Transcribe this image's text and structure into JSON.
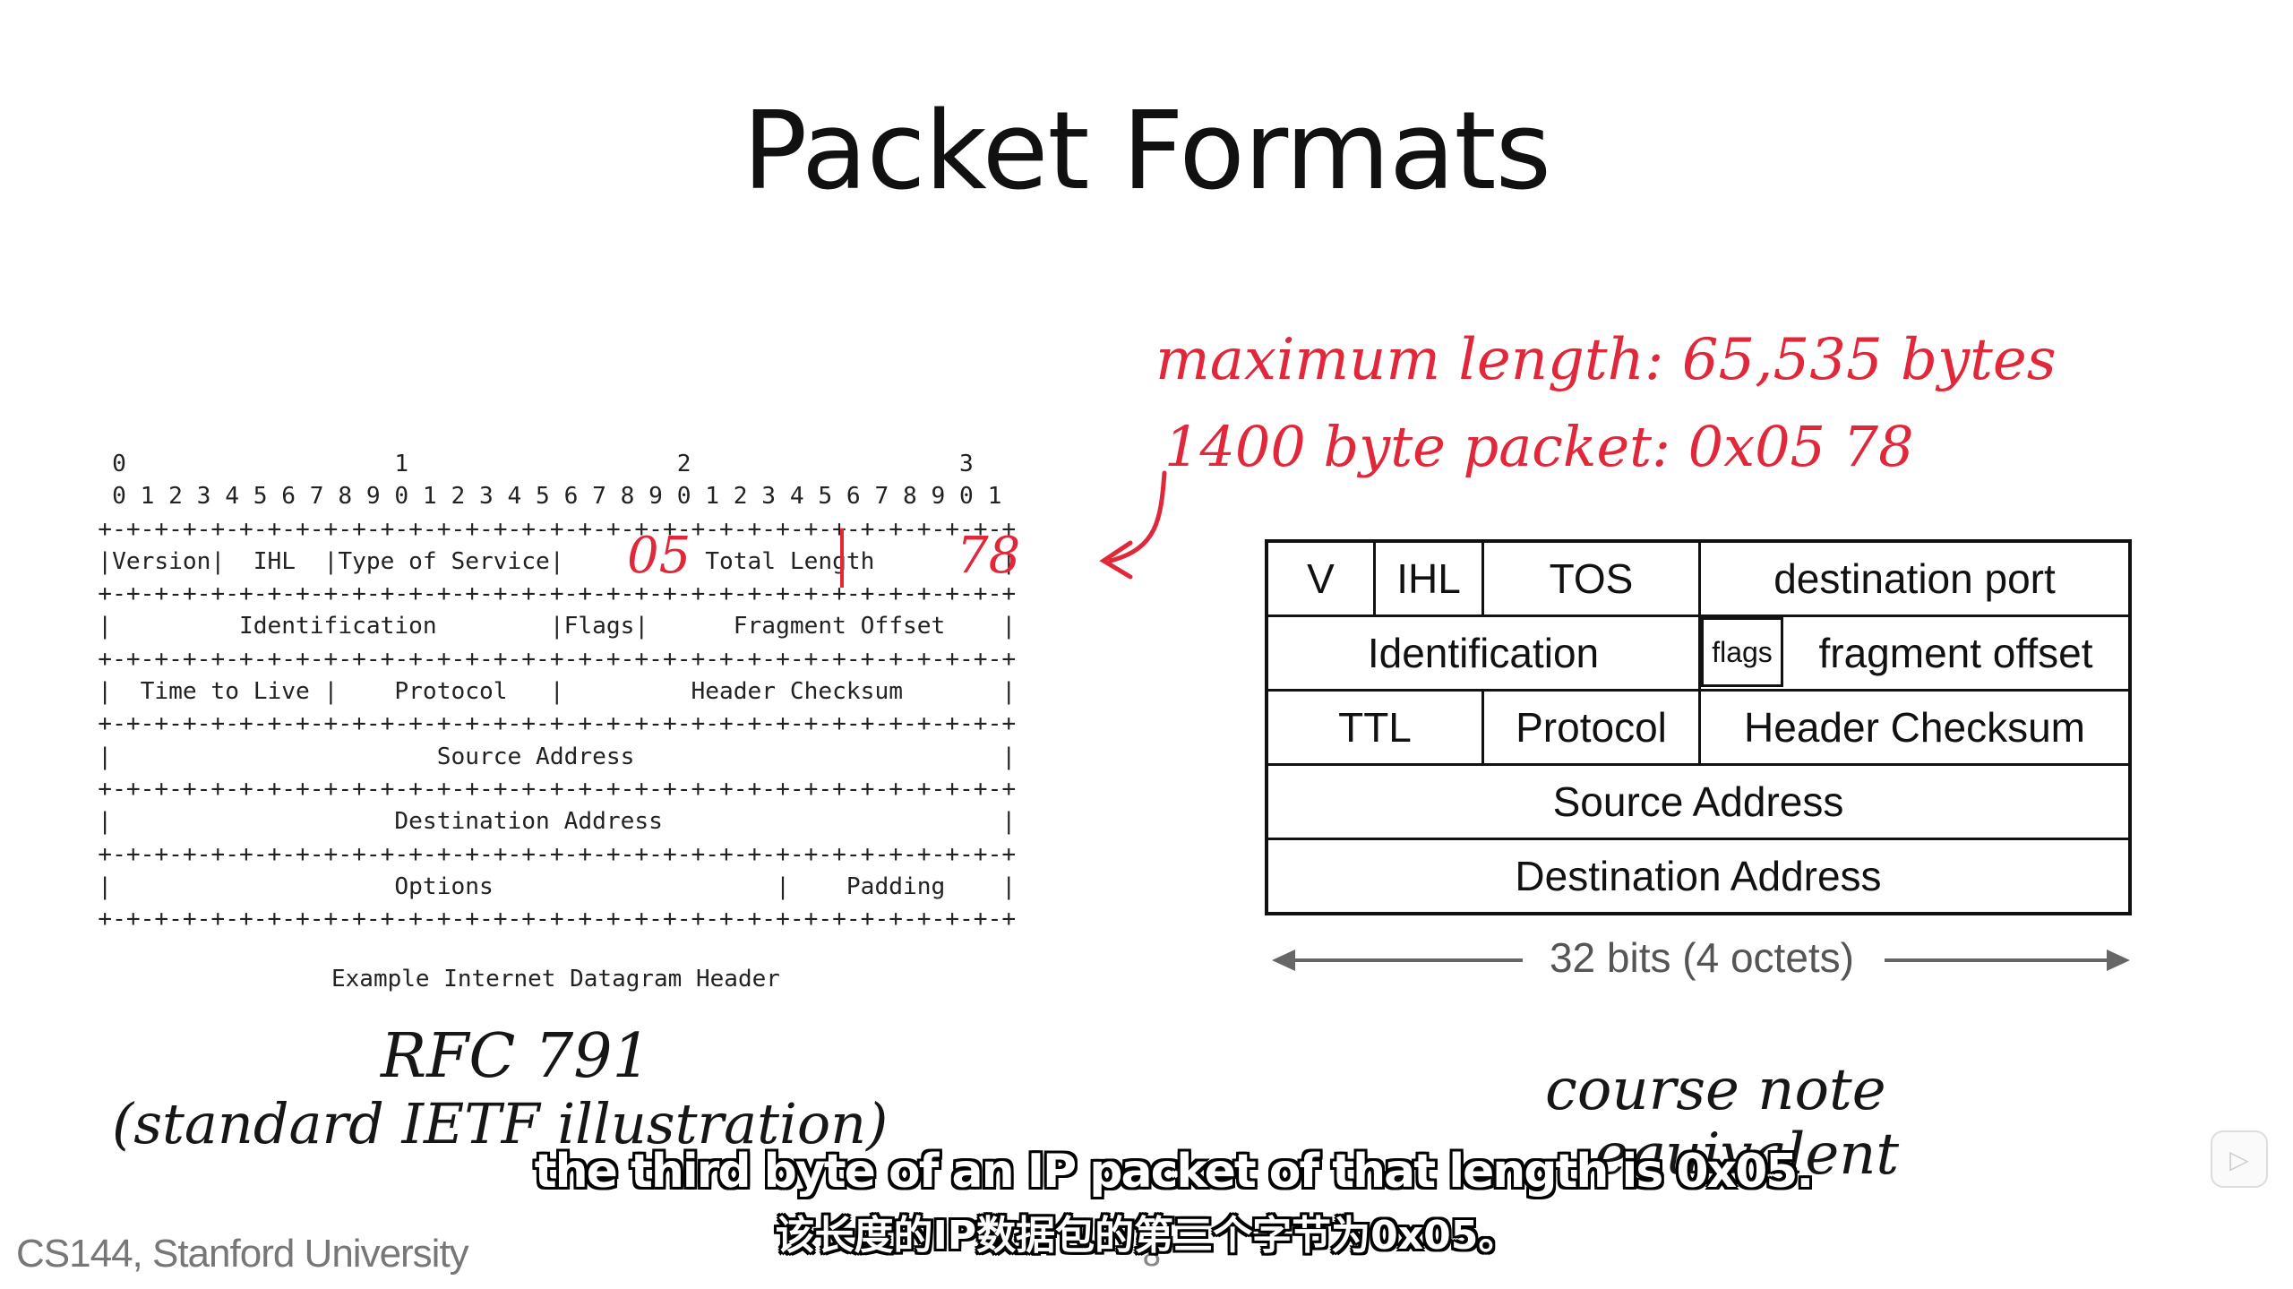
{
  "slide": {
    "title": "Packet Formats",
    "footer": "CS144, Stanford University",
    "page_number": "8"
  },
  "rfc_diagram": {
    "bit_numbers": [
      "    0                   1                   2                   3",
      "    0 1 2 3 4 5 6 7 8 9 0 1 2 3 4 5 6 7 8 9 0 1 2 3 4 5 6 7 8 9 0 1"
    ],
    "rows": [
      "   +-+-+-+-+-+-+-+-+-+-+-+-+-+-+-+-+-+-+-+-+-+-+-+-+-+-+-+-+-+-+-+-+",
      "   |Version|  IHL  |Type of Service|          Total Length         |",
      "   +-+-+-+-+-+-+-+-+-+-+-+-+-+-+-+-+-+-+-+-+-+-+-+-+-+-+-+-+-+-+-+-+",
      "   |         Identification        |Flags|      Fragment Offset    |",
      "   +-+-+-+-+-+-+-+-+-+-+-+-+-+-+-+-+-+-+-+-+-+-+-+-+-+-+-+-+-+-+-+-+",
      "   |  Time to Live |    Protocol   |         Header Checksum       |",
      "   +-+-+-+-+-+-+-+-+-+-+-+-+-+-+-+-+-+-+-+-+-+-+-+-+-+-+-+-+-+-+-+-+",
      "   |                       Source Address                          |",
      "   +-+-+-+-+-+-+-+-+-+-+-+-+-+-+-+-+-+-+-+-+-+-+-+-+-+-+-+-+-+-+-+-+",
      "   |                    Destination Address                        |",
      "   +-+-+-+-+-+-+-+-+-+-+-+-+-+-+-+-+-+-+-+-+-+-+-+-+-+-+-+-+-+-+-+-+",
      "   |                    Options                    |    Padding    |",
      "   +-+-+-+-+-+-+-+-+-+-+-+-+-+-+-+-+-+-+-+-+-+-+-+-+-+-+-+-+-+-+-+-+"
    ],
    "caption": "Example Internet Datagram Header"
  },
  "course_diagram": {
    "row1": {
      "v": "V",
      "ihl": "IHL",
      "tos": "TOS",
      "dest_port": "destination port"
    },
    "row2": {
      "identification": "Identification",
      "flags": "flags",
      "fragment_offset": "fragment offset"
    },
    "row3": {
      "ttl": "TTL",
      "protocol": "Protocol",
      "header_checksum": "Header Checksum"
    },
    "row4": {
      "source": "Source Address"
    },
    "row5": {
      "destination": "Destination Address"
    },
    "width_label": "32 bits (4 octets)"
  },
  "annotations": {
    "red": {
      "max_length": "maximum length: 65,535 bytes",
      "packet_1400": "1400 byte packet: 0x05 78",
      "byte_05": "05",
      "byte_78": "78"
    },
    "black": {
      "rfc": "RFC 791",
      "rfc_note": "(standard IETF illustration)",
      "course_note_1": "course note",
      "course_note_2": "equivalent"
    },
    "colors": {
      "ink_red": "#e1283a",
      "ink_black": "#161616"
    }
  },
  "subtitles": {
    "english": "the third byte of an IP packet of that length is 0x05.",
    "chinese": "该长度的IP数据包的第三个字节为0x05。"
  },
  "player": {
    "play_icon": "play-icon"
  }
}
